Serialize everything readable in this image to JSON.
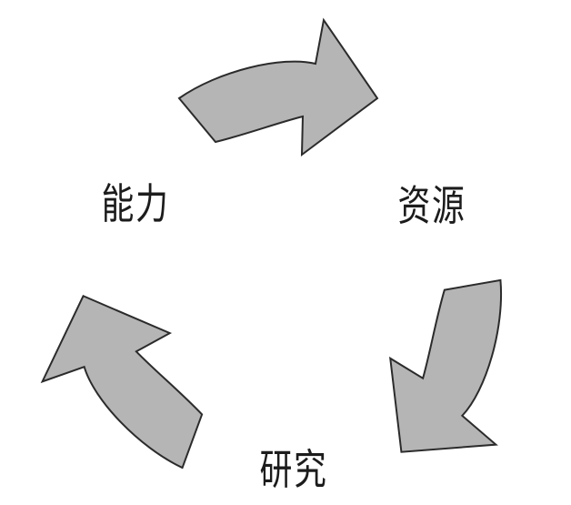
{
  "diagram": {
    "type": "cycle",
    "direction": "clockwise",
    "nodes": [
      {
        "id": "nengli",
        "label": "能力"
      },
      {
        "id": "ziyuan",
        "label": "资源"
      },
      {
        "id": "yanjiu",
        "label": "研究"
      }
    ],
    "edges": [
      {
        "from": "能力",
        "to": "资源"
      },
      {
        "from": "资源",
        "to": "研究"
      },
      {
        "from": "研究",
        "to": "能力"
      }
    ],
    "colors": {
      "arrow_fill": "#b4b5b4",
      "arrow_stroke": "#2b2b2b",
      "text": "#1c1c1c",
      "background": "#ffffff"
    }
  }
}
